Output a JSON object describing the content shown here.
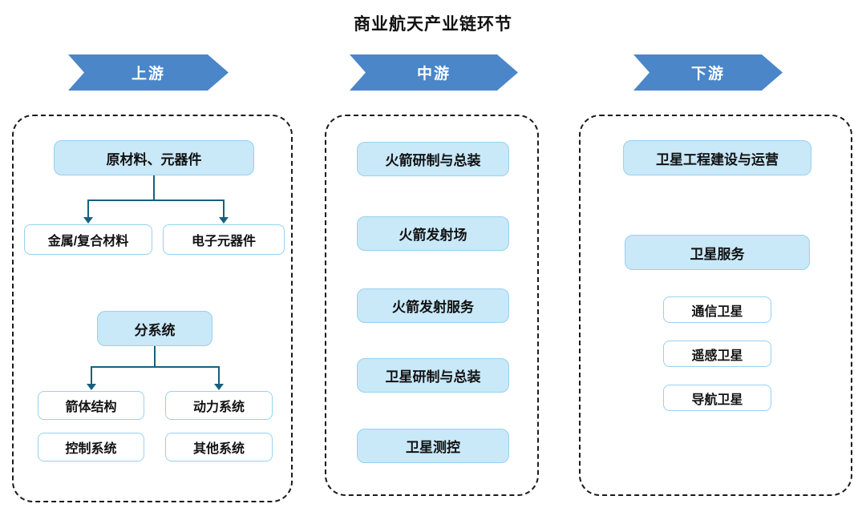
{
  "title": "商业航天产业链环节",
  "colors": {
    "banner_blue": "#4a86c8",
    "node_fill": "#c9e8f8",
    "node_border": "#97d1ee",
    "container_border": "#1a1a1a",
    "connector": "#17607c",
    "text": "#111111"
  },
  "columns": {
    "upstream": {
      "banner": "上游",
      "tree1": {
        "parent": "原材料、元器件",
        "children": [
          "金属/复合材料",
          "电子元器件"
        ]
      },
      "tree2": {
        "parent": "分系统",
        "children": [
          "箭体结构",
          "动力系统",
          "控制系统",
          "其他系统"
        ]
      }
    },
    "midstream": {
      "banner": "中游",
      "items": [
        "火箭研制与总装",
        "火箭发射场",
        "火箭发射服务",
        "卫星研制与总装",
        "卫星测控"
      ]
    },
    "downstream": {
      "banner": "下游",
      "top": "卫星工程建设与运营",
      "service": "卫星服务",
      "satellites": [
        "通信卫星",
        "遥感卫星",
        "导航卫星"
      ]
    }
  }
}
